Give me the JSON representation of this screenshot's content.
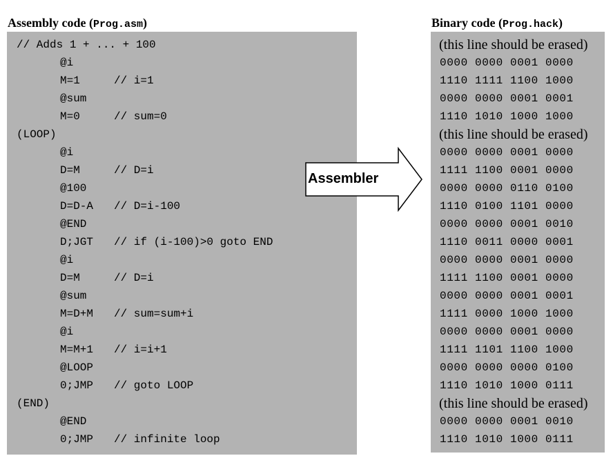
{
  "assembly": {
    "title_text": "Assembly code (",
    "title_file": "Prog.asm",
    "title_close": ")",
    "lines": [
      {
        "kind": "comment-only",
        "instr": "// Adds 1 + ... + 100",
        "comment": ""
      },
      {
        "kind": "ins",
        "instr": "@i",
        "comment": ""
      },
      {
        "kind": "ins",
        "instr": "M=1",
        "comment": "// i=1"
      },
      {
        "kind": "ins",
        "instr": "@sum",
        "comment": ""
      },
      {
        "kind": "ins",
        "instr": "M=0",
        "comment": "// sum=0"
      },
      {
        "kind": "label",
        "instr": "(LOOP)",
        "comment": ""
      },
      {
        "kind": "ins",
        "instr": "@i",
        "comment": ""
      },
      {
        "kind": "ins",
        "instr": "D=M",
        "comment": "// D=i"
      },
      {
        "kind": "ins",
        "instr": "@100",
        "comment": ""
      },
      {
        "kind": "ins",
        "instr": "D=D-A",
        "comment": "// D=i-100"
      },
      {
        "kind": "ins",
        "instr": "@END",
        "comment": ""
      },
      {
        "kind": "ins",
        "instr": "D;JGT",
        "comment": "// if (i-100)>0 goto END"
      },
      {
        "kind": "ins",
        "instr": "@i",
        "comment": ""
      },
      {
        "kind": "ins",
        "instr": "D=M",
        "comment": "// D=i"
      },
      {
        "kind": "ins",
        "instr": "@sum",
        "comment": ""
      },
      {
        "kind": "ins",
        "instr": "M=D+M",
        "comment": "// sum=sum+i"
      },
      {
        "kind": "ins",
        "instr": "@i",
        "comment": ""
      },
      {
        "kind": "ins",
        "instr": "M=M+1",
        "comment": "// i=i+1"
      },
      {
        "kind": "ins",
        "instr": "@LOOP",
        "comment": ""
      },
      {
        "kind": "ins",
        "instr": "0;JMP",
        "comment": "// goto LOOP"
      },
      {
        "kind": "label",
        "instr": "(END)",
        "comment": ""
      },
      {
        "kind": "ins",
        "instr": "@END",
        "comment": ""
      },
      {
        "kind": "ins",
        "instr": "0;JMP",
        "comment": "// infinite loop"
      }
    ]
  },
  "assembler": {
    "label": "Assembler"
  },
  "binary": {
    "title_text": "Binary code (",
    "title_file": "Prog.hack",
    "title_close": ")",
    "lines": [
      {
        "kind": "note",
        "text": "(this line should be erased)"
      },
      {
        "kind": "bits",
        "text": "0000 0000 0001 0000"
      },
      {
        "kind": "bits",
        "text": "1110 1111 1100 1000"
      },
      {
        "kind": "bits",
        "text": "0000 0000 0001 0001"
      },
      {
        "kind": "bits",
        "text": "1110 1010 1000 1000"
      },
      {
        "kind": "note",
        "text": "(this line should be erased)"
      },
      {
        "kind": "bits",
        "text": "0000 0000 0001 0000"
      },
      {
        "kind": "bits",
        "text": "1111 1100 0001 0000"
      },
      {
        "kind": "bits",
        "text": "0000 0000 0110 0100"
      },
      {
        "kind": "bits",
        "text": "1110 0100 1101 0000"
      },
      {
        "kind": "bits",
        "text": "0000 0000 0001 0010"
      },
      {
        "kind": "bits",
        "text": "1110 0011 0000 0001"
      },
      {
        "kind": "bits",
        "text": "0000 0000 0001 0000"
      },
      {
        "kind": "bits",
        "text": "1111 1100 0001 0000"
      },
      {
        "kind": "bits",
        "text": "0000 0000 0001 0001"
      },
      {
        "kind": "bits",
        "text": "1111 0000 1000 1000"
      },
      {
        "kind": "bits",
        "text": "0000 0000 0001 0000"
      },
      {
        "kind": "bits",
        "text": "1111 1101 1100 1000"
      },
      {
        "kind": "bits",
        "text": "0000 0000 0000 0100"
      },
      {
        "kind": "bits",
        "text": "1110 1010 1000 0111"
      },
      {
        "kind": "note",
        "text": "(this line should be erased)"
      },
      {
        "kind": "bits",
        "text": "0000 0000 0001 0010"
      },
      {
        "kind": "bits",
        "text": "1110 1010 1000 0111"
      }
    ]
  },
  "colors": {
    "panel_bg": "#b3b3b3",
    "arrow_fill": "#ffffff",
    "arrow_stroke": "#000000"
  }
}
